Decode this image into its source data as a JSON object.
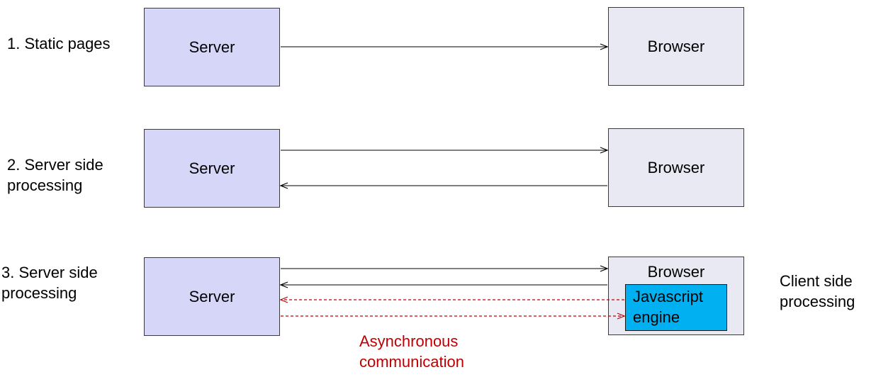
{
  "colors": {
    "server_fill": "#d6d6f8",
    "browser_fill": "#e9e9f4",
    "js_engine_fill": "#00b0f0",
    "async_red": "#c00000",
    "arrow": "#000000"
  },
  "rows": [
    {
      "label": "1. Static pages",
      "server": "Server",
      "browser": "Browser"
    },
    {
      "label": "2. Server side\nprocessing",
      "server": "Server",
      "browser": "Browser"
    },
    {
      "label": "3. Server side\nprocessing",
      "server": "Server",
      "browser": "Browser",
      "engine": "Javascript\nengine"
    }
  ],
  "client_side_label": "Client side\nprocessing",
  "async_label": "Asynchronous\ncommunication"
}
